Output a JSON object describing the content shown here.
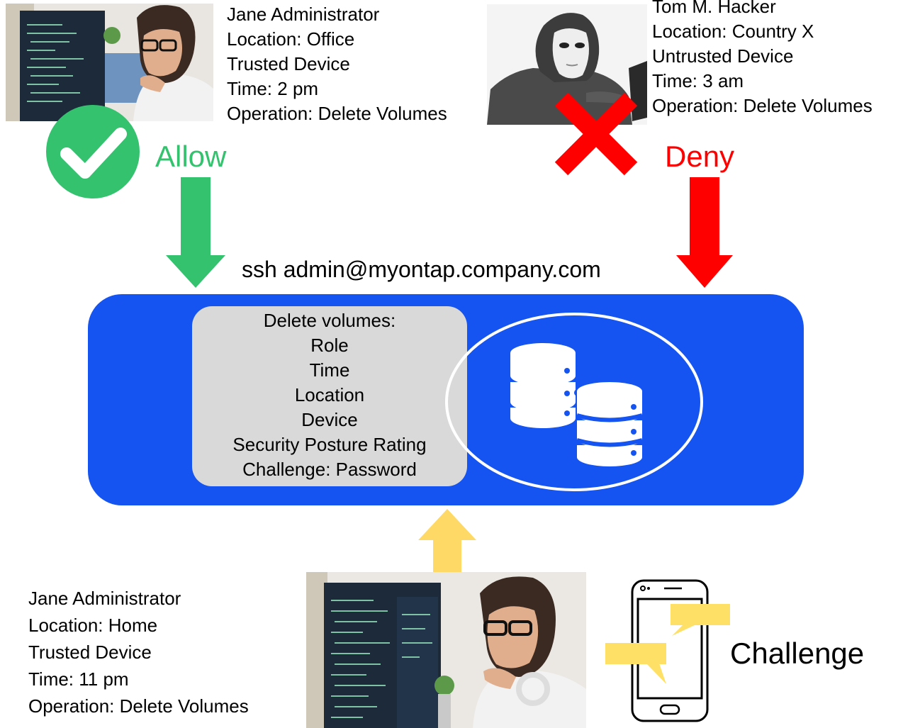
{
  "colors": {
    "allow": "#34c26e",
    "deny": "#ff0000",
    "challenge_arrow": "#ffd966",
    "panel": "#1554f0",
    "policy_box": "#d9d9d9",
    "bubble": "#ffe066"
  },
  "top_left": {
    "lines": [
      "Jane Administrator",
      "Location: Office",
      "Trusted Device",
      "Time: 2 pm",
      "Operation: Delete Volumes"
    ],
    "icon": "check-circle-icon",
    "decision": "Allow"
  },
  "top_right": {
    "lines": [
      "Tom M. Hacker",
      "Location: Country X",
      "Untrusted Device",
      "Time: 3 am",
      "Operation: Delete Volumes"
    ],
    "icon": "x-mark-icon",
    "decision": "Deny"
  },
  "command": "ssh admin@myontap.company.com",
  "policy": {
    "lines": [
      "Delete volumes:",
      "Role",
      "Time",
      "Location",
      "Device",
      "Security Posture Rating",
      "Challenge: Password"
    ]
  },
  "storage_icon": "database-stack-icon",
  "bottom": {
    "lines": [
      "Jane Administrator",
      "Location: Home",
      "Trusted Device",
      "Time: 11 pm",
      "Operation: Delete Volumes"
    ],
    "challenge_label": "Challenge",
    "challenge_icon": "smartphone-chat-icon"
  }
}
